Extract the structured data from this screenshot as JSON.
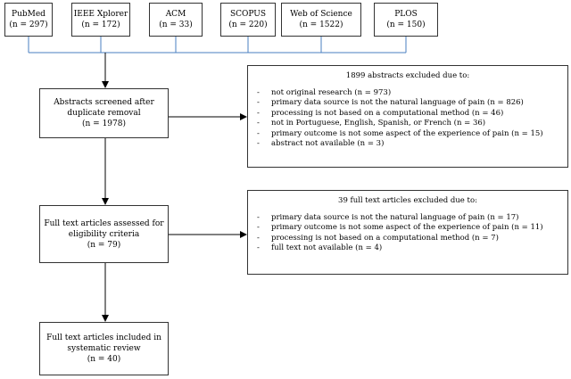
{
  "colors": {
    "connector": "#4a7fc1",
    "arrow": "#000000",
    "border": "#333333"
  },
  "sources": [
    {
      "name": "PubMed",
      "count": "(n = 297)"
    },
    {
      "name": "IEEE Xplorer",
      "count": "(n = 172)"
    },
    {
      "name": "ACM",
      "count": "(n = 33)"
    },
    {
      "name": "SCOPUS",
      "count": "(n = 220)"
    },
    {
      "name": "Web of Science",
      "count": "(n = 1522)"
    },
    {
      "name": "PLOS",
      "count": "(n = 150)"
    }
  ],
  "screened": {
    "line1": "Abstracts screened after",
    "line2": "duplicate removal",
    "count": "(n = 1978)"
  },
  "assessed": {
    "line1": "Full text articles assessed for",
    "line2": "eligibility criteria",
    "count": "(n = 79)"
  },
  "included": {
    "line1": "Full text articles included in",
    "line2": "systematic review",
    "count": "(n = 40)"
  },
  "abstract_exclusions": {
    "title": "1899 abstracts excluded due to:",
    "items": [
      "not original research  (n = 973)",
      "primary data source is not the natural language of pain (n = 826)",
      "processing is not based on a computational method (n = 46)",
      "not in Portuguese, English, Spanish, or French (n = 36)",
      "primary outcome is not some aspect of the experience of pain (n = 15)",
      "abstract not available (n = 3)"
    ]
  },
  "fulltext_exclusions": {
    "title": "39 full text articles excluded due to:",
    "items": [
      "primary data source is not the natural language of pain (n = 17)",
      "primary outcome is not some aspect of the experience of pain (n = 11)",
      "processing is not based on a computational method (n = 7)",
      "full text not available (n = 4)"
    ]
  }
}
